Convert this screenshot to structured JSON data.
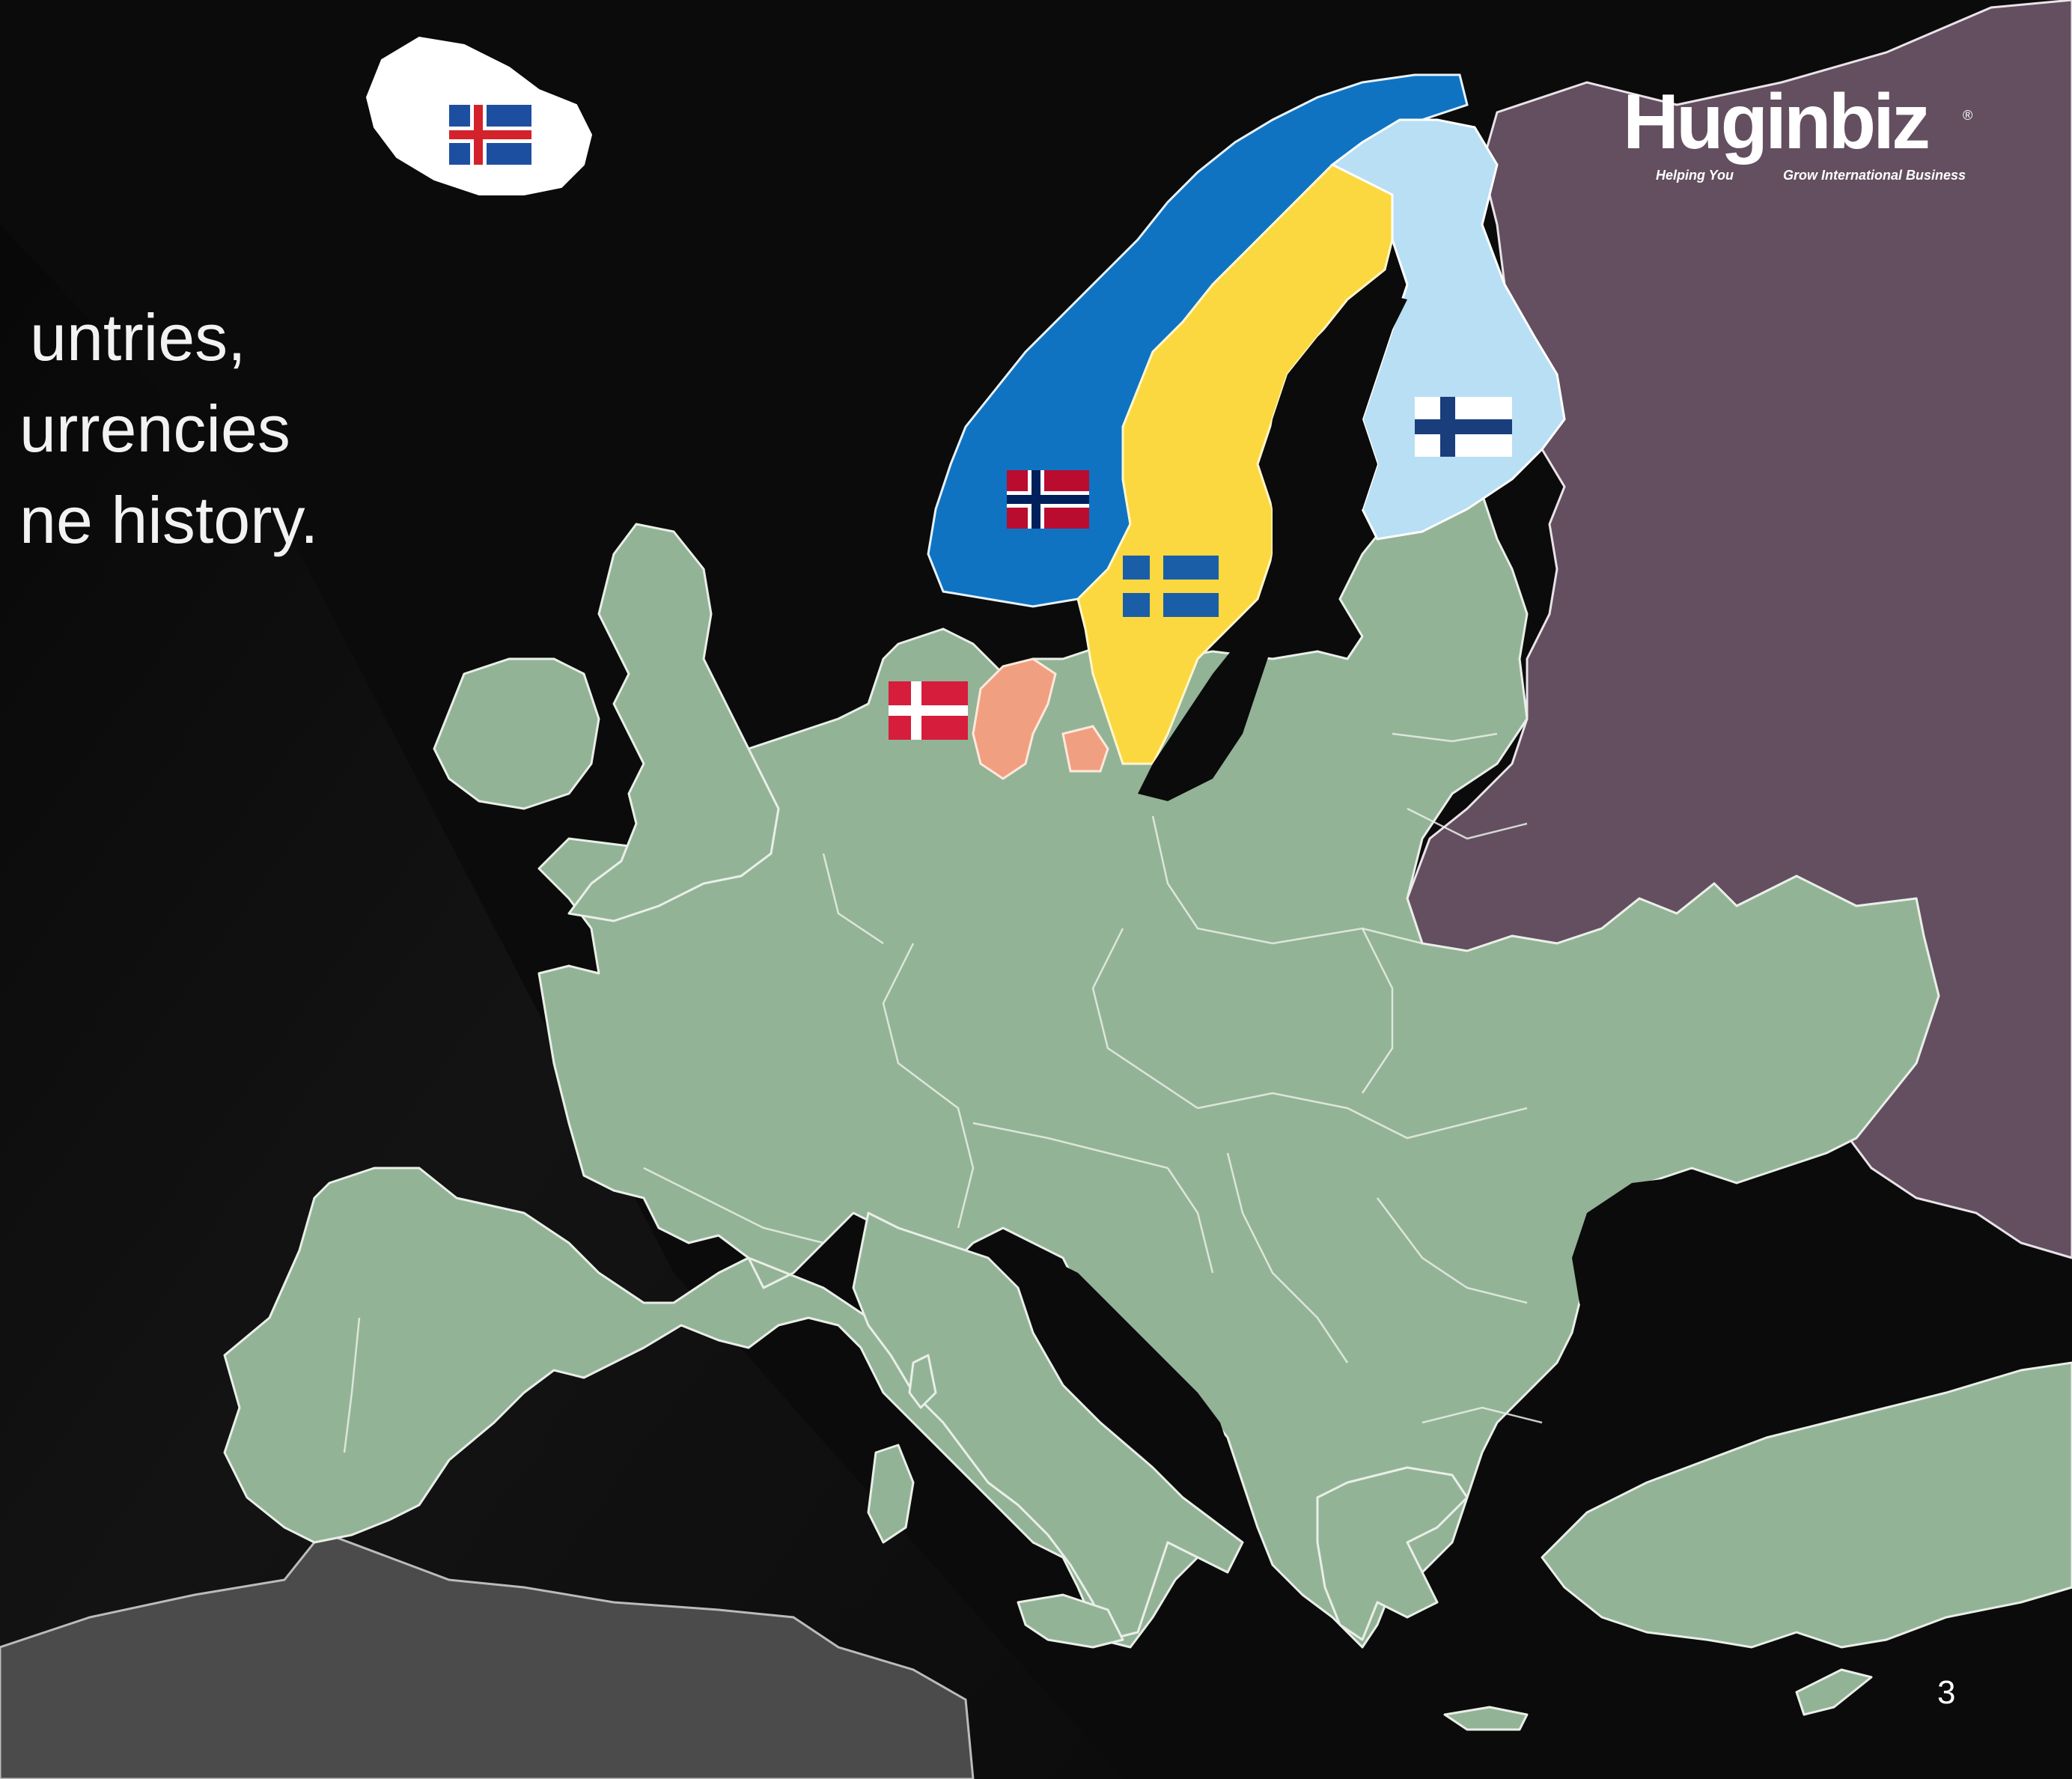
{
  "slide": {
    "intro_lines": [
      "untries,",
      "urrencies",
      "ne history."
    ],
    "page_number": "3"
  },
  "logo": {
    "word": "Huginbiz",
    "registered": "®",
    "tagline_left": "Helping You",
    "tagline_right": "Grow International Business"
  },
  "map": {
    "highlighted_countries": [
      {
        "id": "iceland",
        "flag": "iceland-flag",
        "color": "#ffffff"
      },
      {
        "id": "norway",
        "flag": "norway-flag",
        "color": "#0f73c2"
      },
      {
        "id": "sweden",
        "flag": "sweden-flag",
        "color": "#fbd83f"
      },
      {
        "id": "finland",
        "flag": "finland-flag",
        "color": "#b8dff4"
      },
      {
        "id": "denmark",
        "flag": "denmark-flag",
        "color": "#f0a080"
      }
    ],
    "europe_color": "#93b396",
    "russia_color": "#634f60",
    "africa_color": "#4b4b4b",
    "background_color": "#0b0b0b"
  }
}
